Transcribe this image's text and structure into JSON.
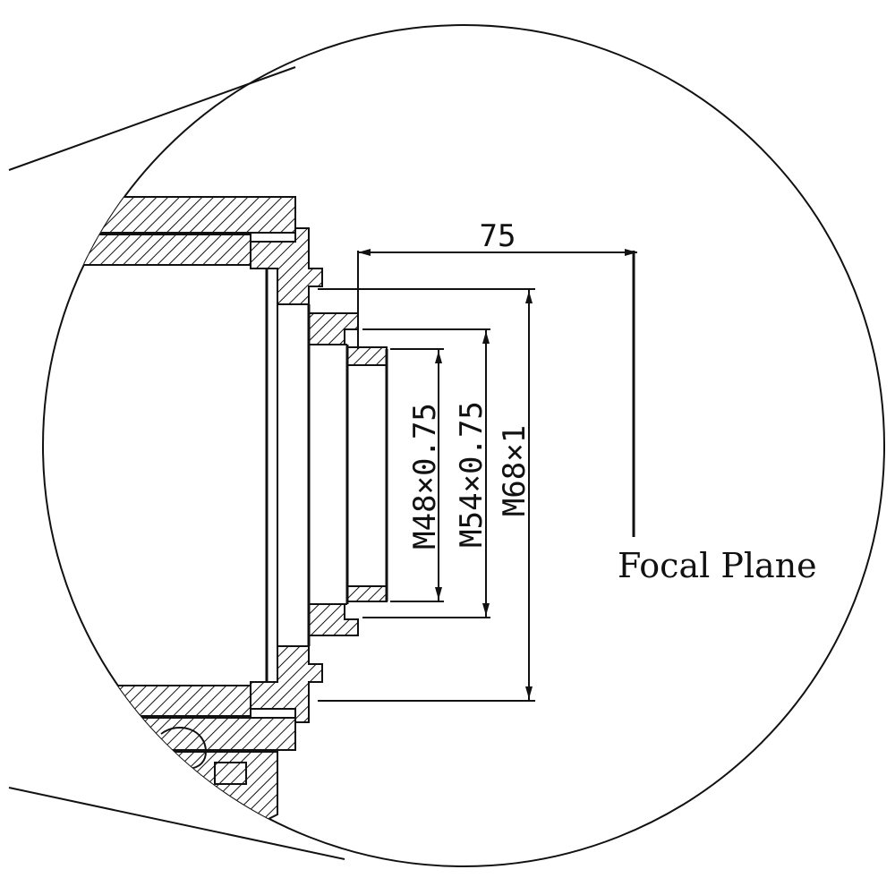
{
  "dimensions": {
    "horizontal": "75",
    "thread_small": "M48×0.75",
    "thread_medium": "M54×0.75",
    "thread_large": "M68×1"
  },
  "labels": {
    "focal_plane": "Focal Plane"
  }
}
